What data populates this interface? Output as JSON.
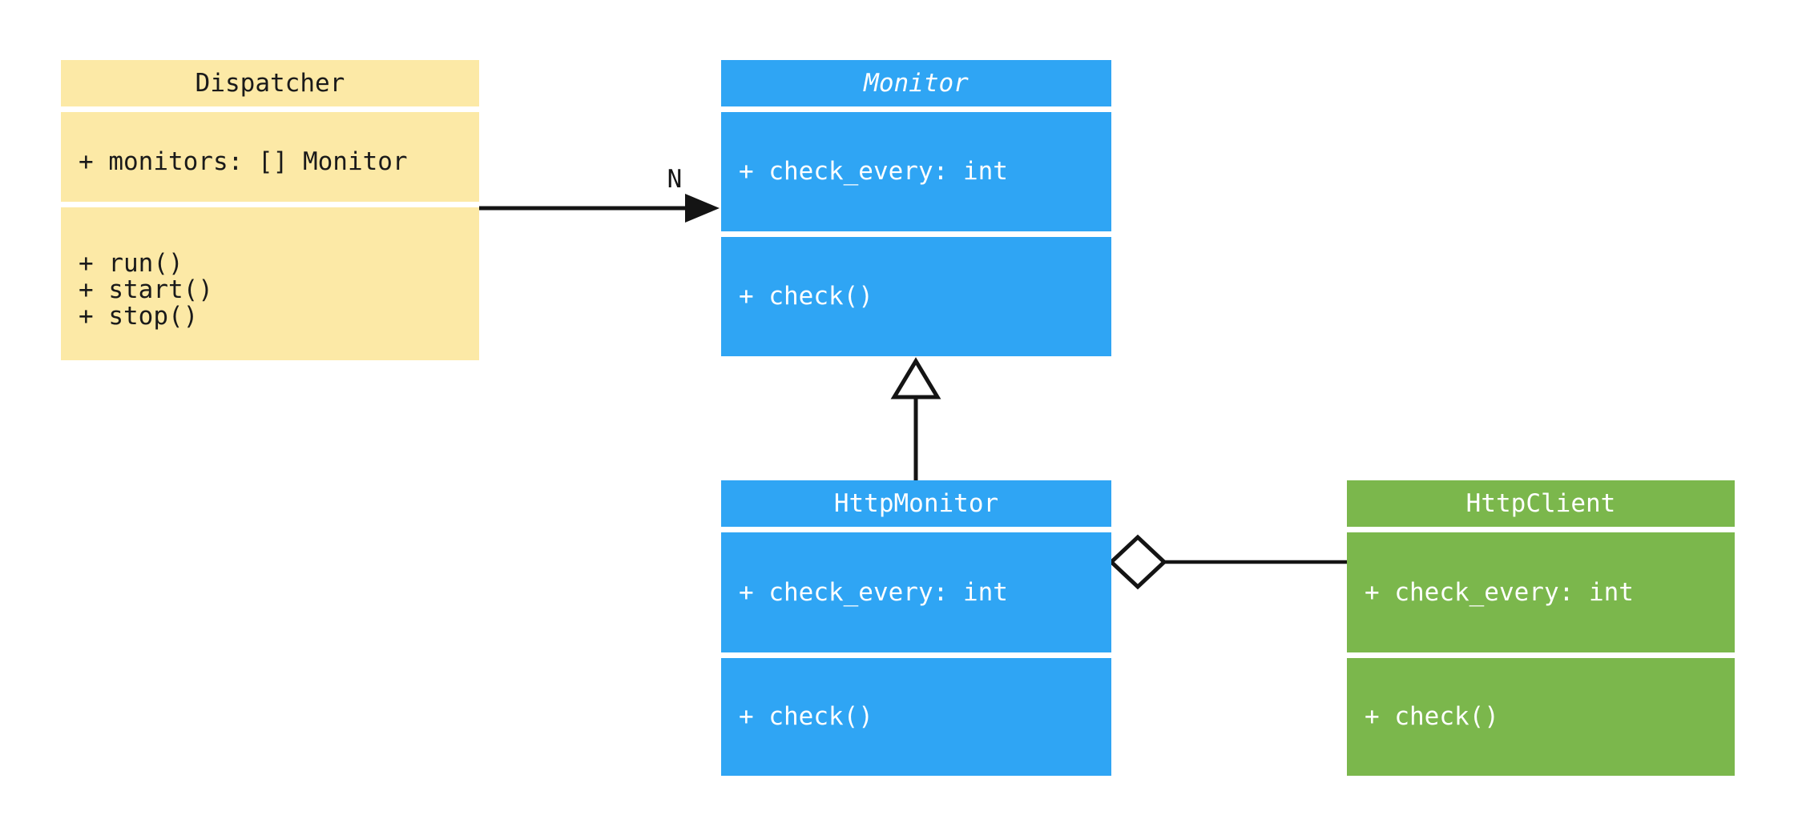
{
  "diagram": {
    "kind": "uml-class-diagram",
    "colors": {
      "dispatcher_fill": "#FCE9A6",
      "monitor_fill": "#2FA5F4",
      "httpmonitor_fill": "#2FA5F4",
      "httpclient_fill": "#7BB74C",
      "dark_text": "#1A1A1A",
      "light_text": "#FFFFFF",
      "connector": "#141414"
    },
    "classes": [
      {
        "name": "Dispatcher",
        "abstract": false,
        "attributes": [
          "+ monitors: [] Monitor"
        ],
        "methods": [
          "+ run()",
          "+ start()",
          "+ stop()"
        ],
        "fill": "#FCE9A6",
        "text_color": "#1A1A1A"
      },
      {
        "name": "Monitor",
        "abstract": true,
        "attributes": [
          "+ check_every: int"
        ],
        "methods": [
          "+ check()"
        ],
        "fill": "#2FA5F4",
        "text_color": "#FFFFFF"
      },
      {
        "name": "HttpMonitor",
        "abstract": false,
        "attributes": [
          "+ check_every: int"
        ],
        "methods": [
          "+ check()"
        ],
        "fill": "#2FA5F4",
        "text_color": "#FFFFFF"
      },
      {
        "name": "HttpClient",
        "abstract": false,
        "attributes": [
          "+ check_every: int"
        ],
        "methods": [
          "+ check()"
        ],
        "fill": "#7BB74C",
        "text_color": "#FFFFFF"
      }
    ],
    "relationships": [
      {
        "type": "directed-association",
        "from": "Dispatcher",
        "to": "Monitor",
        "label": "N"
      },
      {
        "type": "inheritance",
        "from": "HttpMonitor",
        "to": "Monitor",
        "label": ""
      },
      {
        "type": "aggregation",
        "from": "HttpMonitor",
        "to": "HttpClient",
        "label": ""
      }
    ]
  }
}
